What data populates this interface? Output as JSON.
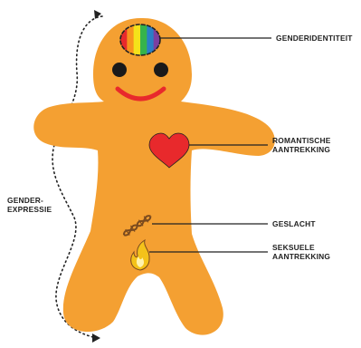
{
  "labels": {
    "gender_identity": "GENDERIDENTITEIT",
    "romantic_attraction": [
      "ROMANTISCHE",
      "AANTREKKING"
    ],
    "gender_expression": [
      "GENDER-",
      "EXPRESSIE"
    ],
    "sex": "GESLACHT",
    "sexual_attraction": [
      "SEKSUELE",
      "AANTREKKING"
    ]
  },
  "colors": {
    "body": "#f4a032",
    "heart": "#e8292c",
    "smile": "#e8292c",
    "eyes": "#1a1a1a",
    "leader_lines": "#222222",
    "dna": "#7a4a1e",
    "flame_outer": "#f4c21a",
    "flame_inner": "#fff3b0",
    "rainbow": [
      "#e8292c",
      "#f7941d",
      "#f4e21a",
      "#36b34a",
      "#2a7fc6",
      "#7b3fa0"
    ]
  },
  "icons": {
    "brain": "rainbow-brain-icon",
    "heart": "heart-icon",
    "dna": "dna-helix-icon",
    "flame": "flame-icon",
    "arrow": "dotted-curved-arrow-icon"
  }
}
